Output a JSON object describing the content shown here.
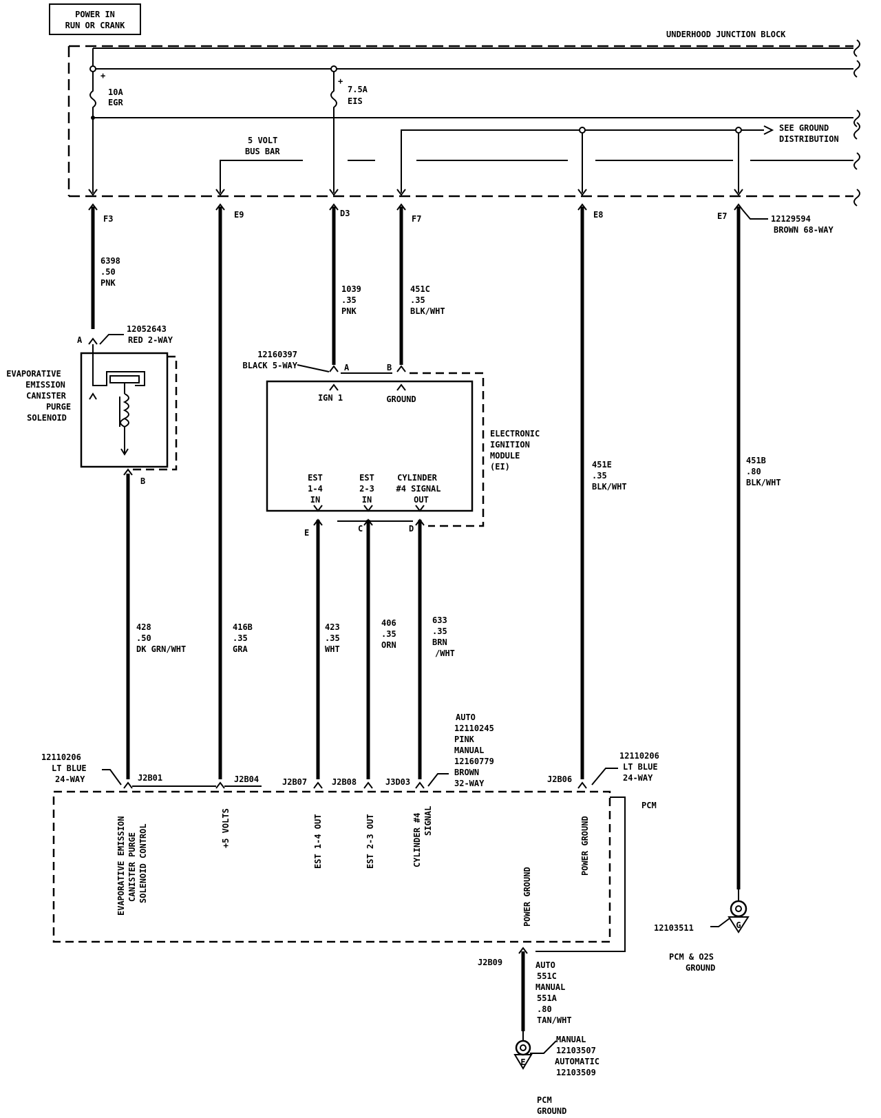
{
  "power_box": {
    "line1": "POWER IN",
    "line2": "RUN OR CRANK"
  },
  "junction_block": {
    "label": "UNDERHOOD JUNCTION BLOCK"
  },
  "fuses": [
    {
      "amps": "10A",
      "name": "EGR"
    },
    {
      "amps": "7.5A",
      "name": "EIS"
    }
  ],
  "bus_bar": {
    "line1": "5 VOLT",
    "line2": "BUS BAR"
  },
  "ground_dist": {
    "line1": "SEE GROUND",
    "line2": "DISTRIBUTION"
  },
  "jb_connector": {
    "part": "12129594",
    "desc": "BROWN 68-WAY"
  },
  "pins": {
    "f3": "F3",
    "e9": "E9",
    "d3": "D3",
    "f7": "F7",
    "e8": "E8",
    "e7": "E7"
  },
  "wires": {
    "w6398": {
      "circuit": "6398",
      "gauge": ".50",
      "color": "PNK"
    },
    "w1039": {
      "circuit": "1039",
      "gauge": ".35",
      "color": "PNK"
    },
    "w451c": {
      "circuit": "451C",
      "gauge": ".35",
      "color": "BLK/WHT"
    },
    "w451e": {
      "circuit": "451E",
      "gauge": ".35",
      "color": "BLK/WHT"
    },
    "w451b": {
      "circuit": "451B",
      "gauge": ".80",
      "color": "BLK/WHT"
    },
    "w428": {
      "circuit": "428",
      "gauge": ".50",
      "color": "DK GRN/WHT"
    },
    "w416b": {
      "circuit": "416B",
      "gauge": ".35",
      "color": "GRA"
    },
    "w423": {
      "circuit": "423",
      "gauge": ".35",
      "color": "WHT"
    },
    "w406": {
      "circuit": "406",
      "gauge": ".35",
      "color": "ORN"
    },
    "w633": {
      "circuit": "633",
      "gauge": ".35",
      "color": "BRN",
      "color2": "/WHT"
    }
  },
  "solenoid": {
    "connector_part": "12052643",
    "connector_desc": "RED 2-WAY",
    "pin_a": "A",
    "pin_b": "B",
    "name_lines": [
      "EVAPORATIVE",
      "EMISSION",
      "CANISTER",
      "PURGE",
      "SOLENOID"
    ]
  },
  "ei_module": {
    "connector_part": "12160397",
    "connector_desc": "BLACK 5-WAY",
    "pin_a": "A",
    "pin_b": "B",
    "pin_c": "C",
    "pin_d": "D",
    "pin_e": "E",
    "ign": "IGN 1",
    "ground": "GROUND",
    "est14": [
      "EST",
      "1-4",
      "IN"
    ],
    "est23": [
      "EST",
      "2-3",
      "IN"
    ],
    "cyl": [
      "CYLINDER",
      "#4 SIGNAL",
      "OUT"
    ],
    "name_lines": [
      "ELECTRONIC",
      "IGNITION",
      "MODULE",
      "(EI)"
    ]
  },
  "pcm_connector_left": {
    "part": "12110206",
    "color": "LT BLUE",
    "ways": "24-WAY"
  },
  "pcm_connector_right": {
    "part": "12110206",
    "color": "LT BLUE",
    "ways": "24-WAY"
  },
  "pcm_connector_mid": [
    "AUTO",
    "12110245",
    "PINK",
    "MANUAL",
    "12160779",
    "BROWN",
    "32-WAY"
  ],
  "pcm_pins": {
    "j2b01": "J2B01",
    "j2b04": "J2B04",
    "j2b07": "J2B07",
    "j2b08": "J2B08",
    "j3d03": "J3D03",
    "j2b06": "J2B06",
    "j2b09": "J2B09"
  },
  "pcm": {
    "label": "PCM",
    "evap": [
      "EVAPORATIVE EMISSION",
      "CANISTER PURGE",
      "SOLENOID CONTROL"
    ],
    "plus5": "+5 VOLTS",
    "est14": "EST 1-4 OUT",
    "est23": "EST 2-3 OUT",
    "cyl": [
      "CYLINDER #4",
      "SIGNAL"
    ],
    "pwr_ground_1": "POWER GROUND",
    "pwr_ground_2": "POWER GROUND"
  },
  "ground_wire": [
    "AUTO",
    "551C",
    "MANUAL",
    "551A",
    ".80",
    "TAN/WHT"
  ],
  "ground_g": {
    "part": "12103511",
    "line1": "PCM & O2S",
    "line2": "GROUND",
    "letter": "G"
  },
  "ground_e": {
    "lines": [
      "MANUAL",
      "12103507",
      "AUTOMATIC",
      "12103509"
    ],
    "line1": "PCM",
    "line2": "GROUND",
    "letter": "E"
  }
}
